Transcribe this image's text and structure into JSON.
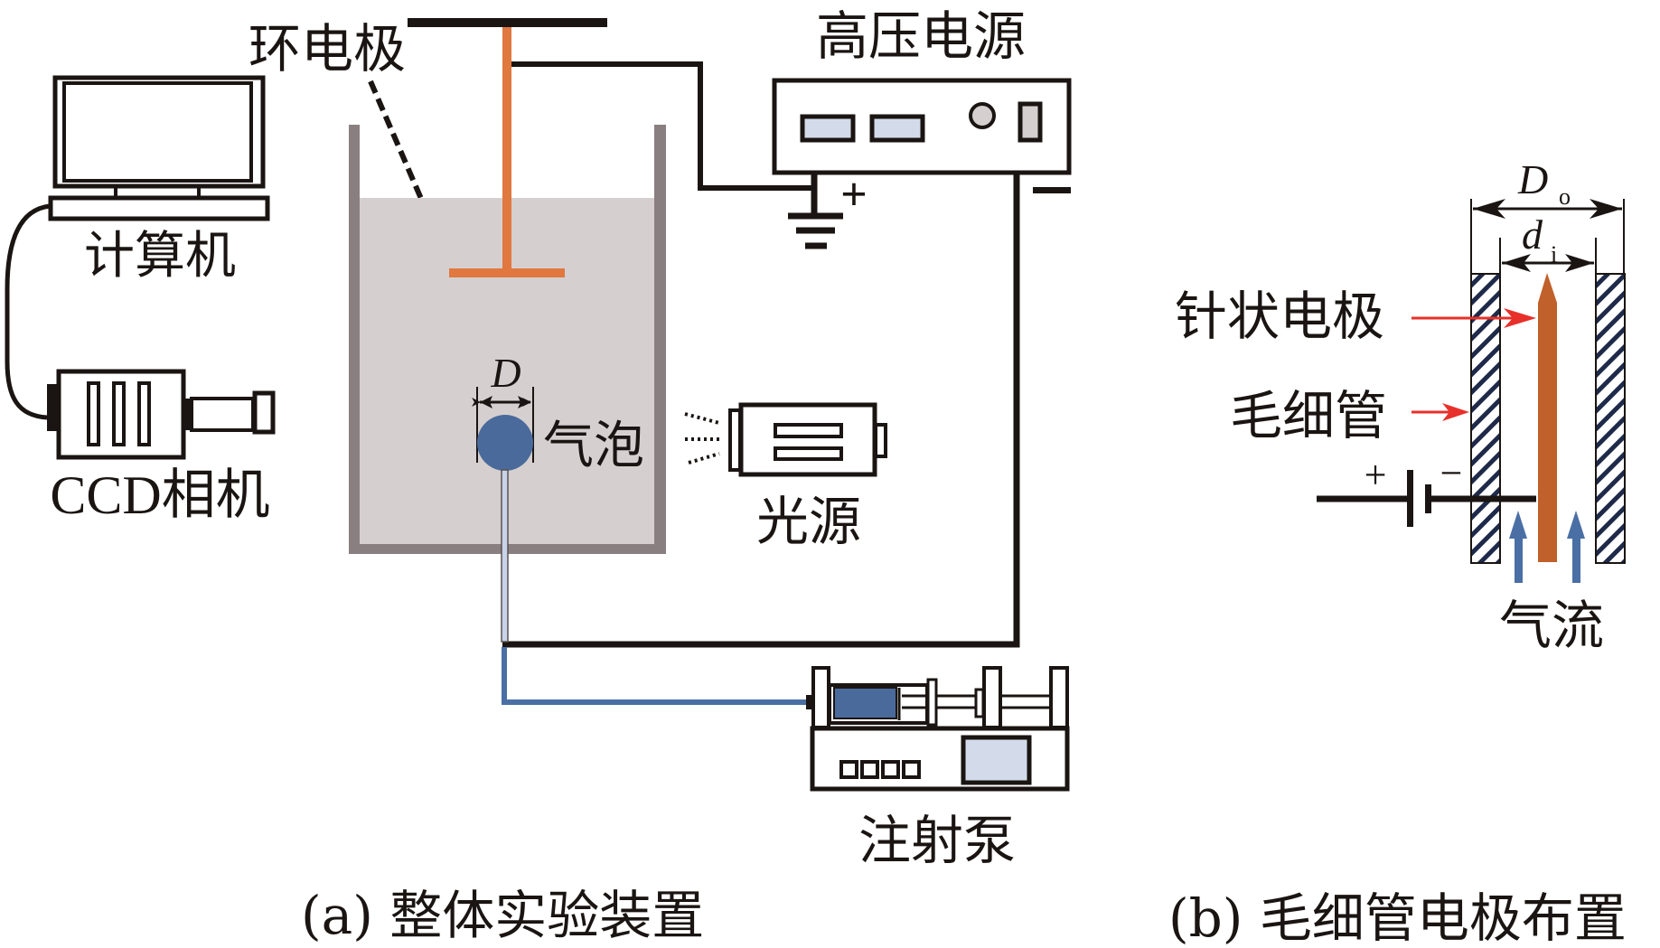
{
  "figure": {
    "panel_a": {
      "caption": "(a) 整体实验装置",
      "labels": {
        "ring_electrode": "环电极",
        "hv_power_supply": "高压电源",
        "computer": "计算机",
        "ccd_camera": "CCD相机",
        "bubble": "气泡",
        "bubble_diameter": "D",
        "light_source": "光源",
        "syringe_pump": "注射泵",
        "positive_terminal": "+",
        "negative_terminal": "−"
      }
    },
    "panel_b": {
      "caption": "(b) 毛细管电极布置",
      "labels": {
        "needle_electrode": "针状电极",
        "capillary": "毛细管",
        "gas_flow": "气流",
        "outer_diameter_main": "D",
        "outer_diameter_sub": "o",
        "inner_diameter_main": "d",
        "inner_diameter_sub": "i",
        "battery_plus": "+",
        "battery_minus": "−"
      }
    },
    "colors": {
      "electrode_orange": "#e07840",
      "needle_brown": "#c0602a",
      "liquid_grey": "#d5d0cf",
      "container_wall": "#8a7f80",
      "bubble_blue": "#4a6a9c",
      "tube_blue": "#4a6fa5",
      "display_blue": "#d3dbea",
      "pointer_red": "#e8302a",
      "hatch_navy": "#1f2a4a",
      "wire_black": "#1a1512"
    }
  }
}
